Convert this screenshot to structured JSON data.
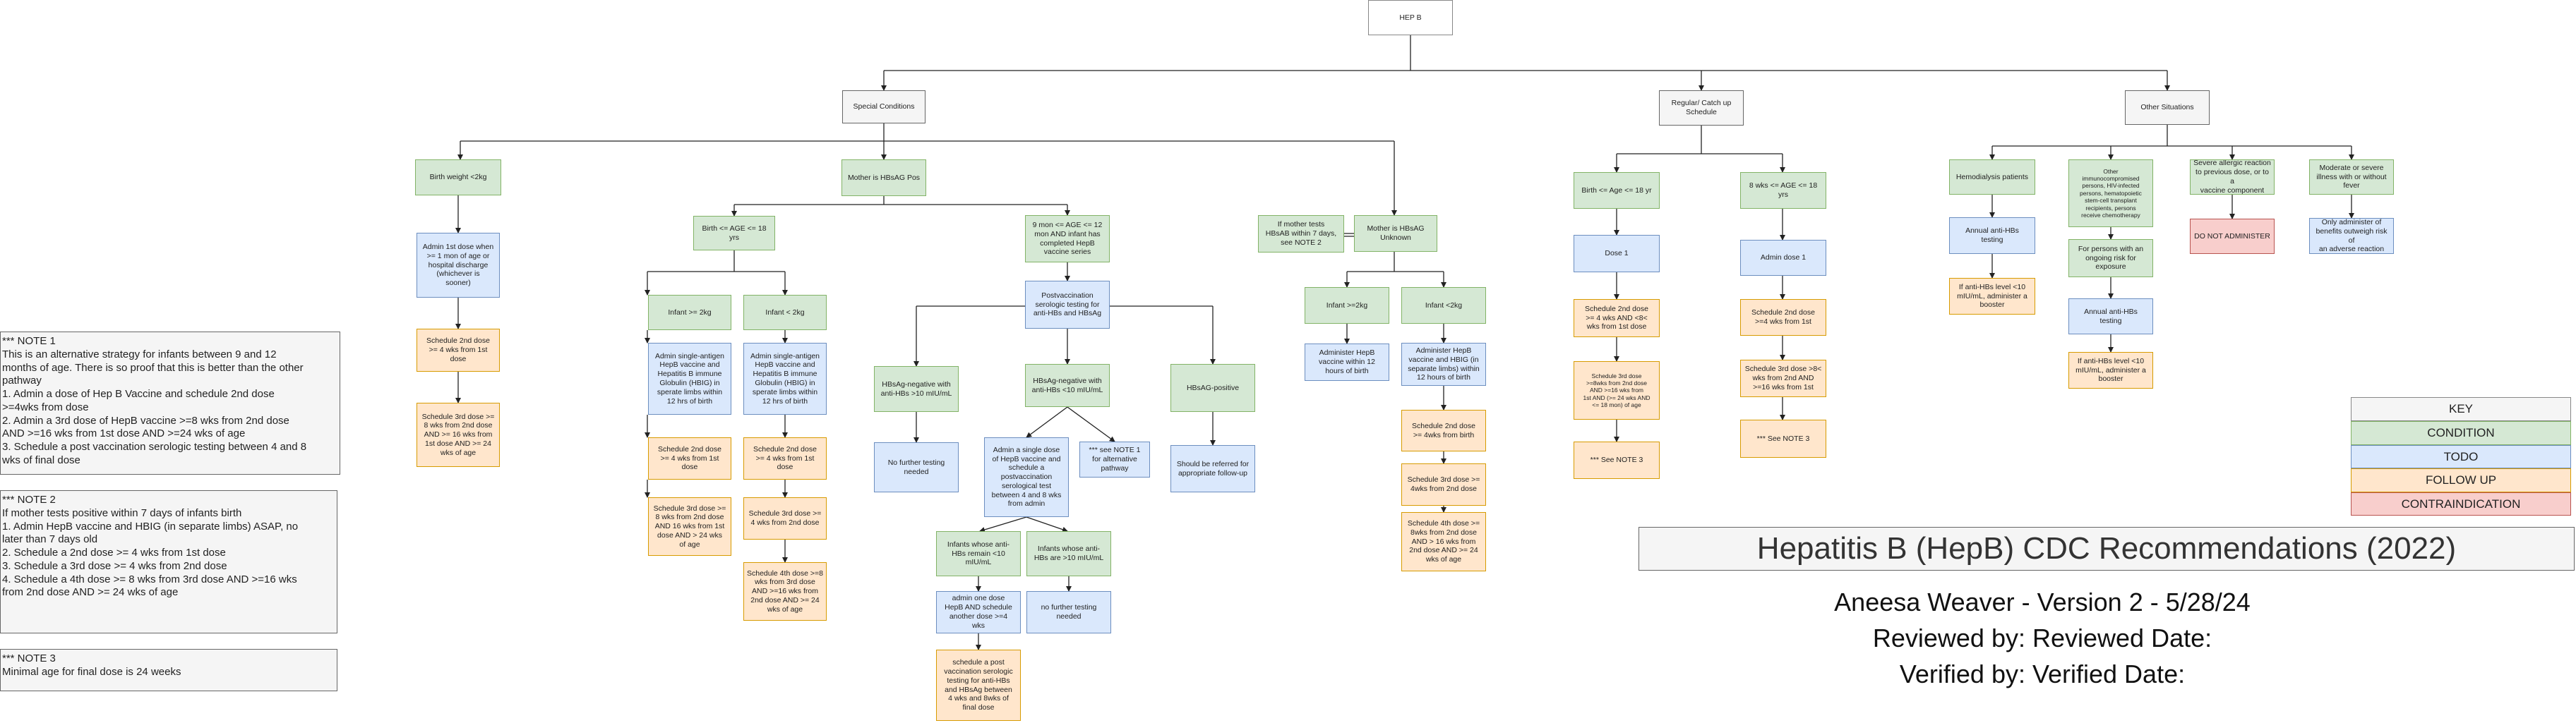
{
  "diagram": {
    "root": "HEP B",
    "branches": {
      "special": "Special Conditions",
      "regular": "Regular/ Catch up\nSchedule",
      "other": "Other Situations"
    },
    "special": {
      "birth_weight": "Birth weight <2kg",
      "bw_admin": "Admin 1st dose when\n>= 1 mon of age or\nhospital discharge\n(whichever is\nsooner)",
      "bw_sched2": "Schedule 2nd dose\n>= 4 wks from 1st\ndose",
      "bw_sched3": "Schedule 3rd dose >=\n8 wks from 2nd dose\nAND >= 16 wks from\n1st dose AND >= 24\nwks of age",
      "mother_pos": "Mother is HBsAG Pos",
      "birth_age": "Birth <= AGE <= 18\nyrs",
      "infant_ge2": "Infant >= 2kg",
      "infant_lt2": "Infant < 2kg",
      "ge2_admin": "Admin single-antigen\nHepB vaccine and\nHepatitis B immune\nGlobulin (HBIG) in\nsperate limbs within\n12 hrs of birth",
      "lt2_admin": "Admin single-antigen\nHepB vaccine and\nHepatitis B immune\nGlobulin (HBIG) in\nsperate limbs within\n12 hrs of birth",
      "ge2_sched2": "Schedule 2nd dose\n>= 4 wks from 1st\ndose",
      "lt2_sched2": "Schedule 2nd dose\n>= 4 wks from 1st\ndose",
      "ge2_sched3": "Schedule 3rd dose >=\n8 wks from 2nd dose\nAND 16 wks from 1st\ndose AND > 24 wks\nof age",
      "lt2_sched3": "Schedule 3rd dose >=\n4 wks from 2nd dose",
      "lt2_sched4": "Schedule 4th dose >=8\nwks from 3rd dose\nAND >=16 wks from\n2nd dose AND >= 24\nwks of age",
      "nine_mon": "9 mon <= AGE <= 12\nmon AND infant has\ncompleted HepB\nvaccine series",
      "postvax": "Postvaccination\nserologic testing for\nanti-HBs and HBsAg",
      "hbsag_neg_ge10": "HBsAg-negative with\nanti-HBs >10 mIU/mL",
      "no_further_1": "No further testing\nneeded",
      "hbsag_neg_lt10": "HBsAg-negative with\nanti-HBs <10 mIU/mL",
      "admin_single": "Admin a single dose\nof HepB vaccine and\nschedule a\npostvaccination\nserological test\nbetween 4 and 8 wks\nfrom admin",
      "see_note1": "*** see NOTE 1\nfor alternative\npathway",
      "remain_lt10": "Infants whose anti-\nHBs remain <10\nmIU/mL",
      "are_ge10": "Infants whose anti-\nHBs are >10 mIU/mL",
      "admin_one": "admin one dose\nHepB AND schedule\nanother dose >=4\nwks",
      "no_further_2": "no further testing\nneeded",
      "schedule_post": "schedule a post\nvaccination serologic\ntesting for anti-HBs\nand HBsAg between\n4 wks and 8wks of\nfinal dose",
      "hbsag_pos": "HBsAG-positive",
      "referred": "Should be referred for\nappropriate follow-up",
      "if_mother_tests": "If mother tests\nHBsAB within 7 days,\nsee NOTE 2",
      "mother_unknown": "Mother is HBsAG\nUnknown",
      "unk_ge2": "Infant >=2kg",
      "unk_lt2": "Infant <2kg",
      "unk_ge2_admin": "Administer HepB\nvaccine within 12\nhours of birth",
      "unk_lt2_admin": "Administer HepB\nvaccine and HBIG (in\nseparate limbs) within\n12 hours of birth",
      "unk_sched2": "Schedule 2nd dose\n>= 4wks from birth",
      "unk_sched3": "Schedule 3rd dose >=\n4wks from 2nd dose",
      "unk_sched4": "Schedule 4th dose >=\n8wks from 2nd dose\nAND > 16 wks from\n2nd dose AND >= 24\nwks of age"
    },
    "regular": {
      "birth_18": "Birth <= Age <= 18 yr",
      "dose1": "Dose 1",
      "birth_sched2": "Schedule 2nd dose\n>= 4 wks AND <8<\nwks from 1st dose",
      "birth_sched3": "Schedule 3rd dose\n>=8wks from 2nd dose\nAND >=16 wks from\n1st AND (>= 24 wks AND\n<= 18 mon) of age",
      "birth_note3": "*** See NOTE 3",
      "wks8_18": "8 wks <= AGE <= 18\nyrs",
      "admin_dose1": "Admin dose 1",
      "wks_sched2": "Schedule 2nd dose\n>=4 wks from 1st",
      "wks_sched3": "Schedule 3rd dose >8<\nwks from 2nd AND\n>=16 wks from 1st",
      "wks_note3": "*** See NOTE 3"
    },
    "other": {
      "hemodialysis": "Hemodialysis patients",
      "hemo_annual": "Annual anti-HBs\ntesting",
      "hemo_booster": "If anti-HBs level <10\nmIU/mL, administer a\nbooster",
      "immuno": "Other\nimmunocompromised\npersons, HIV-infected\npersons, hematopoietic\nstem-cell transplant\nrecipients, persons\nreceive chemotherapy",
      "ongoing_risk": "For persons with an\nongoing risk for\nexposure",
      "immuno_annual": "Annual anti-HBs\ntesting",
      "immuno_booster": "If anti-HBs level <10\nmIU/mL, administer a\nbooster",
      "allergic": "Severe allergic reaction\nto previous dose, or to a\nvaccine component",
      "do_not": "DO NOT ADMINISTER",
      "moderate": "Moderate or severe\nillness with or without\nfever",
      "only_admin": "Only administer of\nbenefits outweigh risk of\nan adverse reaction"
    }
  },
  "notes": {
    "note1": "*** NOTE 1\nThis is an alternative strategy for infants between 9 and 12\nmonths of age. There is so proof that this is better than the other\npathway\n1. Admin a dose of Hep B Vaccine and schedule 2nd dose\n>=4wks from dose\n2. Admin a 3rd dose of HepB vaccine >=8 wks from 2nd dose\nAND >=16 wks from 1st dose AND >=24 wks of age\n3. Schedule a post vaccination serologic testing between 4 and 8\nwks of final dose",
    "note2": "*** NOTE 2\nIf mother tests positive within 7 days of infants birth\n1. Admin HepB vaccine and HBIG (in separate limbs) ASAP, no\nlater than 7 days old\n2. Schedule a 2nd dose >= 4 wks from 1st dose\n3. Schedule a 3rd dose >= 4 wks from 2nd dose\n4. Schedule a 4th dose >= 8 wks from 3rd dose AND >=16 wks\nfrom 2nd dose AND >= 24 wks of age",
    "note3": "*** NOTE 3\nMinimal age for final dose is 24 weeks"
  },
  "key": {
    "title": "KEY",
    "condition": "CONDITION",
    "todo": "TODO",
    "follow_up": "FOLLOW UP",
    "contraindication": "CONTRAINDICATION",
    "colors": {
      "condition": "#d5e8d4",
      "todo": "#dae8fc",
      "follow_up": "#ffe6cc",
      "contraindication": "#f8cecc",
      "neutral": "#f5f5f5"
    }
  },
  "header": {
    "title": "Hepatitis B (HepB) CDC Recommendations (2022)",
    "author_line": "Aneesa Weaver - Version 2 - 5/28/24",
    "reviewed_line": "Reviewed by: Reviewed Date:",
    "verified_line": "Verified by: Verified Date:"
  }
}
